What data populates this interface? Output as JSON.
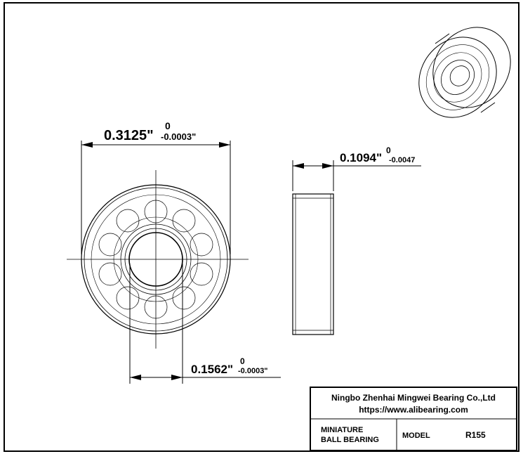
{
  "dimensions": {
    "outer_diameter": {
      "value": "0.3125\"",
      "upper_tol": "0",
      "lower_tol": "-0.0003\""
    },
    "width": {
      "value": "0.1094\"",
      "upper_tol": "0",
      "lower_tol": "-0.0047"
    },
    "bore": {
      "value": "0.1562\"",
      "upper_tol": "0",
      "lower_tol": "-0.0003\""
    }
  },
  "title_block": {
    "company": "Ningbo Zhenhai Mingwei Bearing Co.,Ltd",
    "url": "https://www.alibearing.com",
    "type_line1": "MINIATURE",
    "type_line2": "BALL BEARING",
    "model_label": "MODEL",
    "model_value": "R155"
  }
}
